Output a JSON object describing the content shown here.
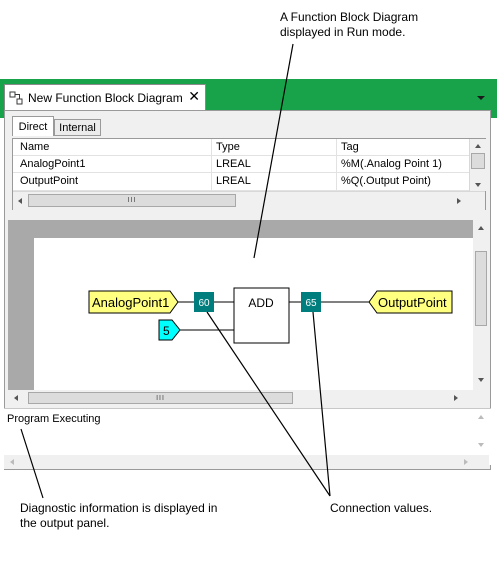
{
  "callouts": {
    "top": "A Function Block Diagram displayed in Run mode.",
    "bottom_left": "Diagnostic information is displayed in the output panel.",
    "bottom_right": "Connection values."
  },
  "document_tab": {
    "icon": "function-block-diagram-icon",
    "title": "New Function Block Diagram",
    "close": "✕"
  },
  "subtabs": [
    "Direct",
    "Internal"
  ],
  "tag_table": {
    "headers": [
      "Name",
      "Type",
      "Tag"
    ],
    "rows": [
      {
        "name": "AnalogPoint1",
        "type": "LREAL",
        "tag": "%M(.Analog Point 1)"
      },
      {
        "name": "OutputPoint",
        "type": "LREAL",
        "tag": "%Q(.Output Point)"
      }
    ]
  },
  "diagram": {
    "input_tag": "AnalogPoint1",
    "input_value": "60",
    "constant": "5",
    "block": "ADD",
    "output_value": "65",
    "output_tag": "OutputPoint"
  },
  "output_panel": {
    "message": "Program Executing"
  },
  "colors": {
    "header_green": "#18a34a",
    "tag_yellow": "#ffff80",
    "constant_cyan": "#00ffff",
    "value_teal": "#007d7d",
    "diagram_gray": "#a9a9a9"
  }
}
